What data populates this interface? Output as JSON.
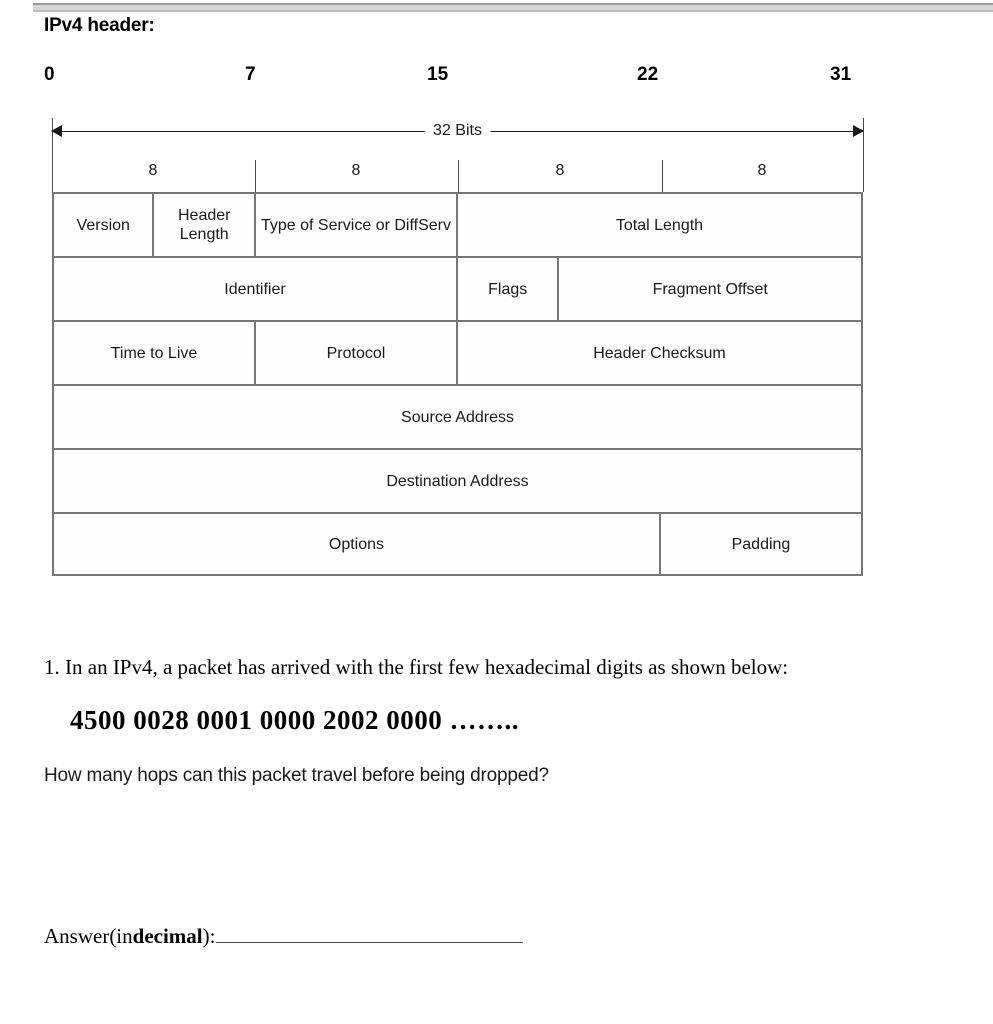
{
  "document": {
    "heading": "IPv4 header:"
  },
  "bit_ruler": {
    "labels": [
      "0",
      "7",
      "15",
      "22",
      "31"
    ]
  },
  "span": {
    "label": "32 Bits"
  },
  "octet_ruler": {
    "labels": [
      "8",
      "8",
      "8",
      "8"
    ]
  },
  "packet_diagram": {
    "rows": [
      {
        "cells": [
          {
            "label": "Version",
            "width_pct": 12.45
          },
          {
            "label": "Header Length",
            "width_pct": 12.58
          },
          {
            "label": "Type of Service or DiffServ",
            "width_pct": 25.03
          },
          {
            "label": "Total Length",
            "width_pct": 49.94
          }
        ]
      },
      {
        "cells": [
          {
            "label": "Identifier",
            "width_pct": 50.06
          },
          {
            "label": "Flags",
            "width_pct": 12.58
          },
          {
            "label": "Fragment Offset",
            "width_pct": 37.36
          }
        ]
      },
      {
        "cells": [
          {
            "label": "Time to Live",
            "width_pct": 25.03
          },
          {
            "label": "Protocol",
            "width_pct": 25.03
          },
          {
            "label": "Header Checksum",
            "width_pct": 49.94
          }
        ]
      },
      {
        "cells": [
          {
            "label": "Source Address",
            "width_pct": 100
          }
        ]
      },
      {
        "cells": [
          {
            "label": "Destination Address",
            "width_pct": 100
          }
        ]
      },
      {
        "cells": [
          {
            "label": "Options",
            "width_pct": 75.21
          },
          {
            "label": "Padding",
            "width_pct": 24.79
          }
        ]
      }
    ]
  },
  "question": {
    "number_text": "1. In an IPv4, a packet has arrived with the first few hexadecimal digits as shown below:",
    "hex_digits": "4500 0028 0001 0000 2002 0000 ……..",
    "prompt": "How many hops can this packet travel before being dropped?",
    "answer_label_prefix": "Answer(in ",
    "answer_label_bold": "decimal",
    "answer_label_suffix": "):"
  }
}
